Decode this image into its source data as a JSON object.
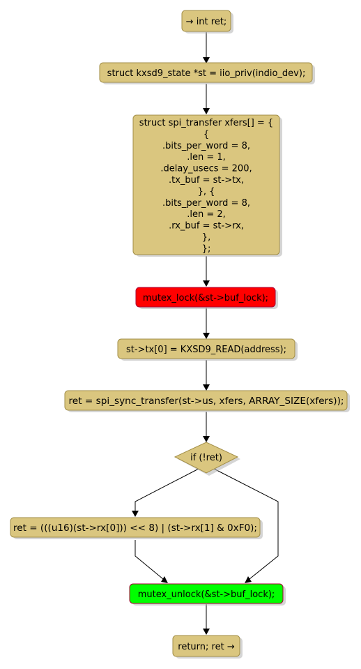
{
  "nodes": {
    "start": "→ int ret;",
    "state": "struct kxsd9_state *st = iio_priv(indio_dev);",
    "xfers": [
      "struct spi_transfer xfers[] = {",
      "{",
      ".bits_per_word = 8,",
      ".len = 1,",
      ".delay_usecs = 200,",
      ".tx_buf = st->tx,",
      "}, {",
      ".bits_per_word = 8,",
      ".len = 2,",
      ".rx_buf = st->rx,",
      "},",
      "};"
    ],
    "lock": "mutex_lock(&st->buf_lock);",
    "tx": "st->tx[0] = KXSD9_READ(address);",
    "sync": "ret = spi_sync_transfer(st->us, xfers, ARRAY_SIZE(xfers));",
    "cond": "if (!ret)",
    "assign": "ret = (((u16)(st->rx[0])) << 8) | (st->rx[1] & 0xF0);",
    "unlock": "mutex_unlock(&st->buf_lock);",
    "end": "return; ret →"
  },
  "colors": {
    "activity_fill": "#dac67f",
    "activity_border": "#a28e47",
    "lock_fill": "#ff0000",
    "unlock_fill": "#00ff00"
  }
}
